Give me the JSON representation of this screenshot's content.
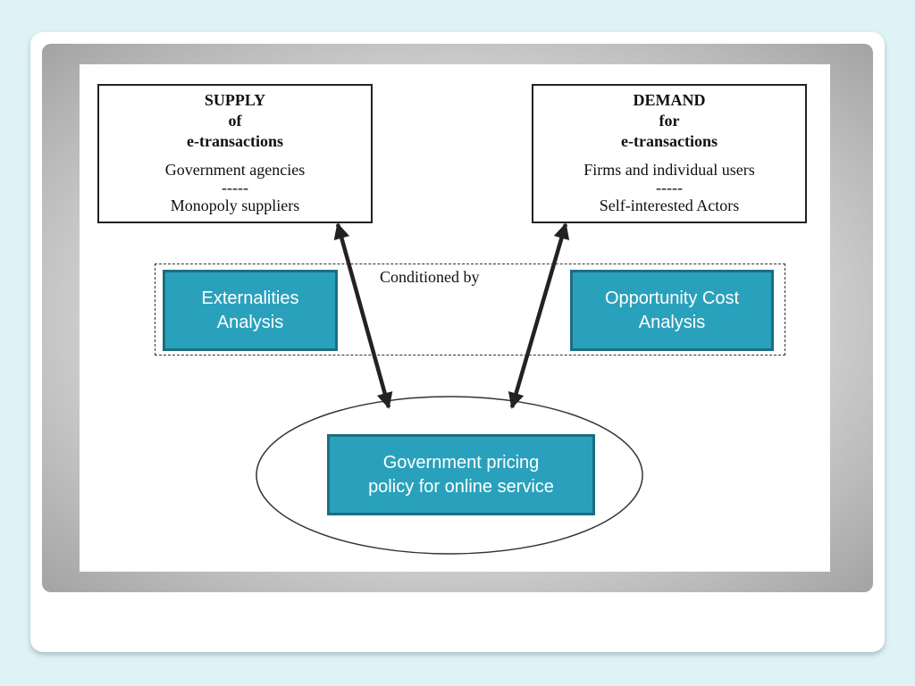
{
  "supply": {
    "line1": "SUPPLY",
    "line2": "of",
    "line3": "e-transactions",
    "actor": "Government agencies",
    "separator": "-----",
    "role": "Monopoly suppliers"
  },
  "demand": {
    "line1": "DEMAND",
    "line2": "for",
    "line3": "e-transactions",
    "actor": "Firms and individual users",
    "separator": "-----",
    "role": "Self-interested Actors"
  },
  "conditioned_label": "Conditioned by",
  "externalities": {
    "line1": "Externalities",
    "line2": "Analysis"
  },
  "opportunity": {
    "line1": "Opportunity Cost",
    "line2": "Analysis"
  },
  "policy": {
    "line1": "Government pricing",
    "line2": "policy for online service"
  },
  "colors": {
    "teal_fill": "#2aa1bc",
    "teal_border": "#1c6e80",
    "background": "#dff3f7"
  }
}
